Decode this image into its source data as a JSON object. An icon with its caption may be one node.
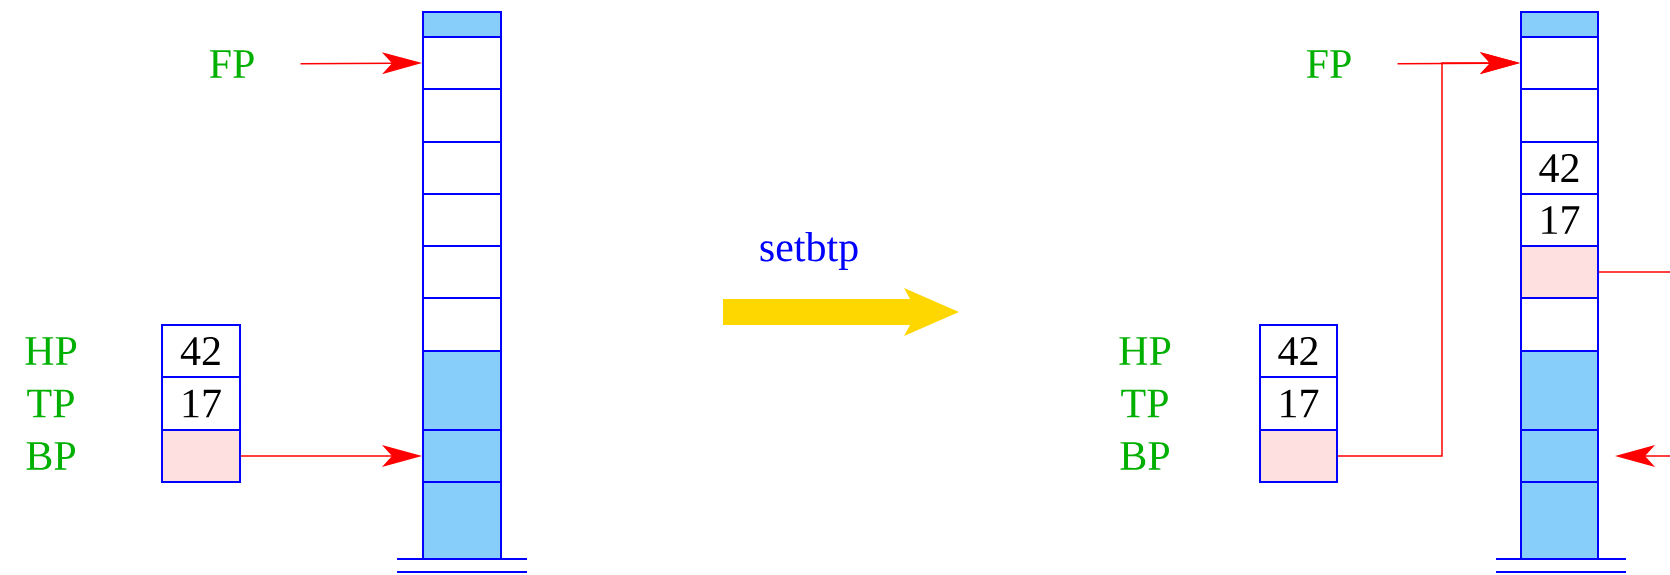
{
  "diagram": {
    "nodes": [
      {
        "text": [
          "FP"
        ]
      },
      {
        "text": [
          "42"
        ],
        "beside": [
          "HP"
        ]
      },
      {
        "text": [
          "17"
        ],
        "beside": [
          "TP"
        ]
      },
      {
        "text": [],
        "shape": "box",
        "beside": [
          "BP"
        ]
      },
      {
        "text": [],
        "shape": "box"
      },
      {
        "text": [],
        "shape": "box"
      },
      {
        "text": [],
        "shape": "box"
      },
      {
        "text": [],
        "shape": "box"
      },
      {
        "text": [],
        "shape": "box"
      },
      {
        "text": [],
        "shape": "box"
      },
      {
        "text": [],
        "shape": "box"
      },
      {
        "text": [],
        "shape": "box"
      },
      {
        "text": [],
        "shape": "box"
      },
      {
        "text": [],
        "shape": "box"
      },
      {
        "text": [
          "FP"
        ]
      },
      {
        "text": [
          "42"
        ],
        "beside": [
          "HP"
        ]
      },
      {
        "text": [
          "17"
        ],
        "beside": [
          "TP"
        ]
      },
      {
        "text": [],
        "shape": "box",
        "beside": [
          "BP"
        ]
      },
      {
        "text": [],
        "shape": "box"
      },
      {
        "text": [],
        "shape": "box"
      },
      {
        "text": [],
        "shape": "box"
      },
      {
        "text": [
          "42"
        ]
      },
      {
        "text": [
          "17"
        ]
      },
      {
        "text": [],
        "shape": "box"
      },
      {
        "text": [],
        "shape": "box"
      },
      {
        "text": [],
        "shape": "box"
      },
      {
        "text": [],
        "shape": "box"
      },
      {
        "text": [],
        "shape": "box"
      }
    ],
    "edges": [
      {
        "from": 0,
        "to": 5,
        "arrow": "to"
      },
      {
        "from": 3,
        "to": 12,
        "arrow": "to"
      },
      {
        "from": 14,
        "to": 19,
        "arrow": "to"
      },
      {
        "from": 17,
        "to": 19,
        "arrow": "to"
      },
      {
        "from": 23,
        "to": null,
        "arrow": "none"
      },
      {
        "from": null,
        "to": 26,
        "arrow": "to"
      }
    ],
    "labels": [
      "setbtp"
    ]
  }
}
